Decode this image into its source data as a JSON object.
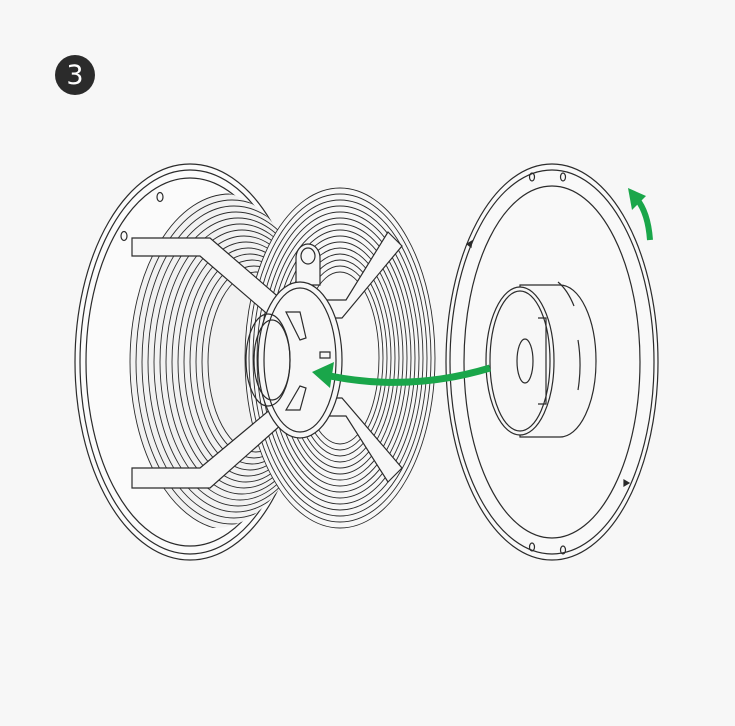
{
  "step": {
    "number": "3"
  },
  "diagram": {
    "subject": "filament-spool-assembly",
    "parts": [
      "spool-with-filament",
      "spool-side-plate-with-hub"
    ],
    "arrows": [
      "insert-arrow",
      "rotate-arrow"
    ]
  },
  "colors": {
    "background": "#f7f7f7",
    "line": "#2b2b2b",
    "arrow": "#1aa64a",
    "badge": "#2b2b2b"
  }
}
